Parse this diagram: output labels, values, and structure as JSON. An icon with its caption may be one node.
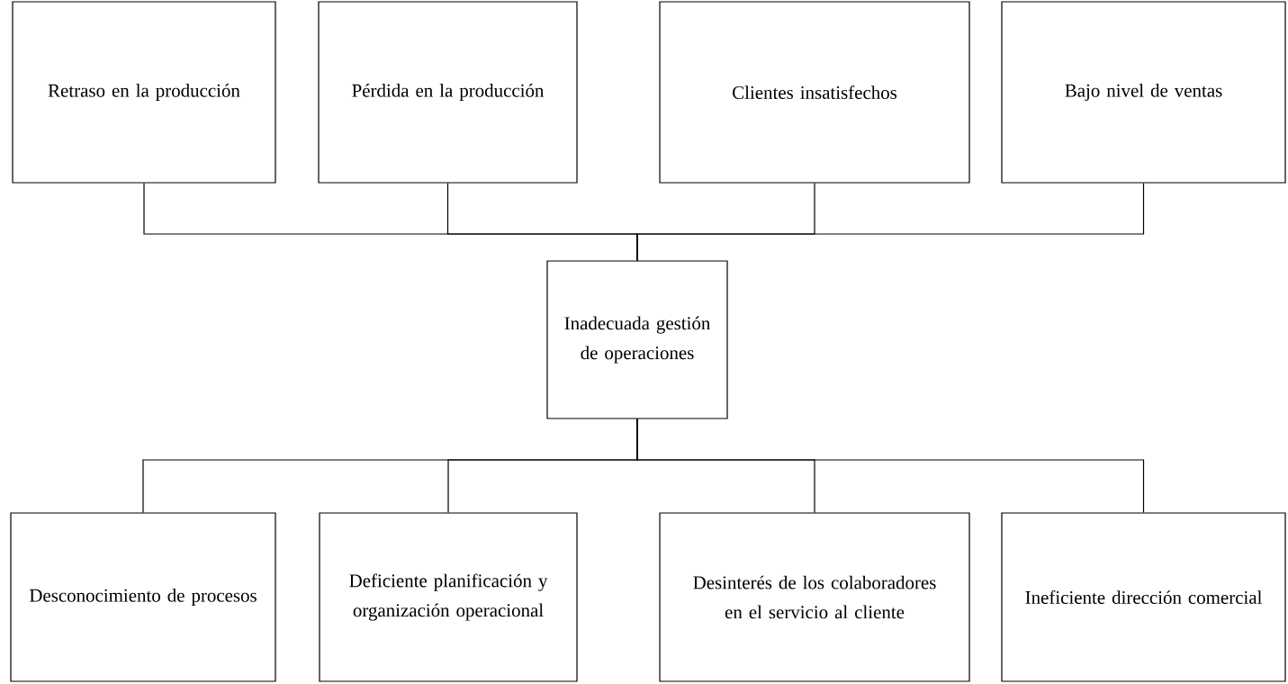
{
  "diagram": {
    "nodes": [
      {
        "text": [
          "Retraso en la producción"
        ]
      },
      {
        "text": [
          "Pérdida en la producción"
        ]
      },
      {
        "text": [
          "Clientes insatisfechos"
        ]
      },
      {
        "text": [
          "Bajo nivel de ventas"
        ]
      },
      {
        "text": [
          "Inadecuada gestión de operaciones"
        ]
      },
      {
        "text": [
          "Desconocimiento de procesos"
        ]
      },
      {
        "text": [
          "Deficiente planificación y organización operacional"
        ]
      },
      {
        "text": [
          "Desinterés de los colaboradores en el servicio al cliente"
        ]
      },
      {
        "text": [
          "Ineficiente dirección comercial"
        ]
      }
    ],
    "edges": [
      {
        "from": 4,
        "to": 0,
        "arrow": "none"
      },
      {
        "from": 4,
        "to": 1,
        "arrow": "none"
      },
      {
        "from": 4,
        "to": 2,
        "arrow": "none"
      },
      {
        "from": 4,
        "to": 3,
        "arrow": "none"
      },
      {
        "from": 4,
        "to": 5,
        "arrow": "none"
      },
      {
        "from": 4,
        "to": 6,
        "arrow": "none"
      },
      {
        "from": 4,
        "to": 7,
        "arrow": "none"
      },
      {
        "from": 4,
        "to": 8,
        "arrow": "none"
      }
    ]
  }
}
